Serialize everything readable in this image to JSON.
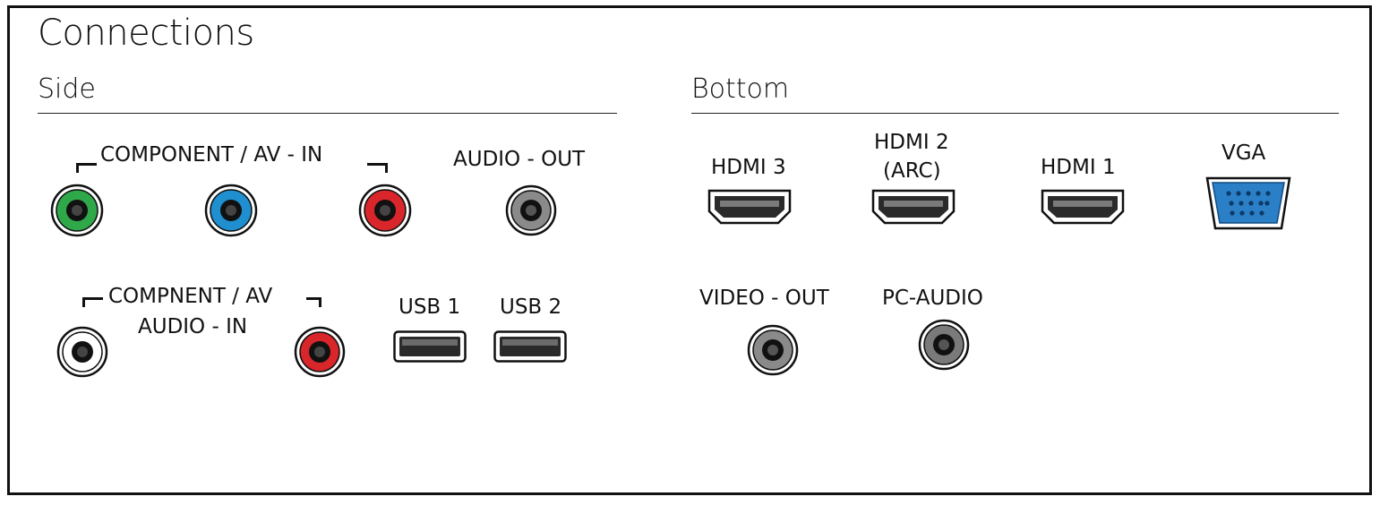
{
  "title": "Connections",
  "sections": {
    "side": "Side",
    "bottom": "Bottom"
  },
  "side": {
    "component_av_in": "COMPONENT / AV - IN",
    "audio_out": "AUDIO - OUT",
    "component_av_audio_in_line1": "COMPNENT / AV",
    "component_av_audio_in_line2": "AUDIO - IN",
    "usb1": "USB 1",
    "usb2": "USB 2"
  },
  "bottom": {
    "hdmi3": "HDMI 3",
    "hdmi2_line1": "HDMI 2",
    "hdmi2_line2": "(ARC)",
    "hdmi1": "HDMI 1",
    "vga": "VGA",
    "video_out": "VIDEO - OUT",
    "pc_audio": "PC-AUDIO"
  },
  "colors": {
    "green": "#2fa84a",
    "blue": "#1f8fd0",
    "red": "#d9262a",
    "vga_blue": "#2a7fc6",
    "gray": "#888888"
  },
  "icons": [
    "rca-jack-icon",
    "audio-jack-icon",
    "usb-port-icon",
    "hdmi-port-icon",
    "vga-port-icon"
  ]
}
